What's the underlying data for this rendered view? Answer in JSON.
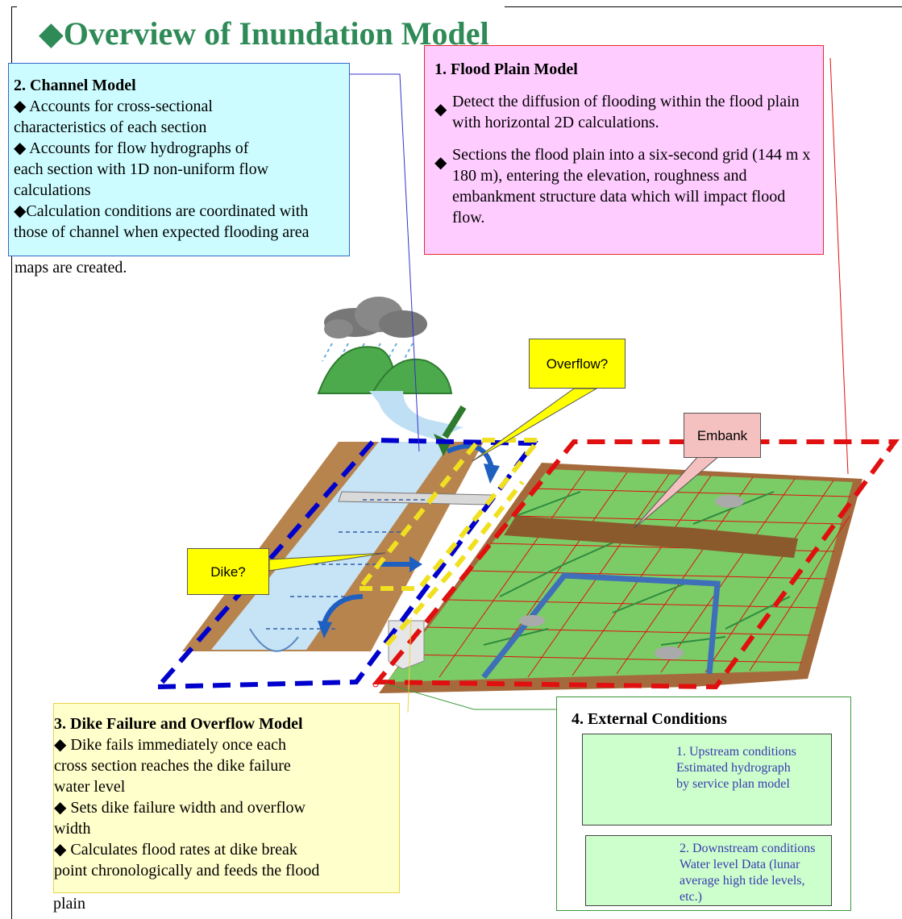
{
  "title": "◆Overview of Inundation Model",
  "channel_model": {
    "heading": "2. Channel Model",
    "bullet1": "◆  Accounts for cross-sectional",
    "bullet1b": "characteristics of each section",
    "bullet2": "◆  Accounts for flow hydrographs of",
    "bullet2b": "each section with 1D non-uniform flow",
    "bullet2c": "calculations",
    "bullet3": "◆Calculation conditions are coordinated with",
    "bullet3b": "those of channel when expected flooding area",
    "bullet3c": "maps are created."
  },
  "flood_plain_model": {
    "heading": "1. Flood Plain Model",
    "item1": "Detect the diffusion of flooding within the flood plain with horizontal 2D calculations.",
    "item2": "Sections the flood plain into a six-second grid (144 m x 180 m), entering the elevation, roughness and embankment structure data which will impact flood flow.",
    "diamond": "◆"
  },
  "callouts": {
    "overflow": "Overflow?",
    "embank": "Embank",
    "dike": "Dike?"
  },
  "dike_model": {
    "heading": "3. Dike Failure and Overflow Model",
    "b1": "◆  Dike fails immediately once each",
    "b1b": "cross section reaches the dike failure",
    "b1c": "water level",
    "b2": "◆  Sets dike failure width and overflow",
    "b2b": "width",
    "b3": "◆  Calculates flood rates at dike break",
    "b3b": "point chronologically and feeds the flood",
    "b3c": "plain"
  },
  "external_conditions": {
    "heading": "4. External Conditions",
    "upstream": [
      "1. Upstream conditions",
      "Estimated hydrograph",
      "by service plan model"
    ],
    "downstream": [
      "2. Downstream conditions",
      "Water level Data (lunar",
      "average high tide levels,",
      "etc.)"
    ]
  },
  "colors": {
    "title": "#2e8b57",
    "channel_box": "#ccfcff",
    "flood_box": "#ffccff",
    "dike_box": "#ffffcc",
    "callout_yellow": "#ffff00",
    "callout_pink": "#f4c0c0",
    "channel_outline": "#0000cc",
    "flood_outline": "#e01010"
  }
}
